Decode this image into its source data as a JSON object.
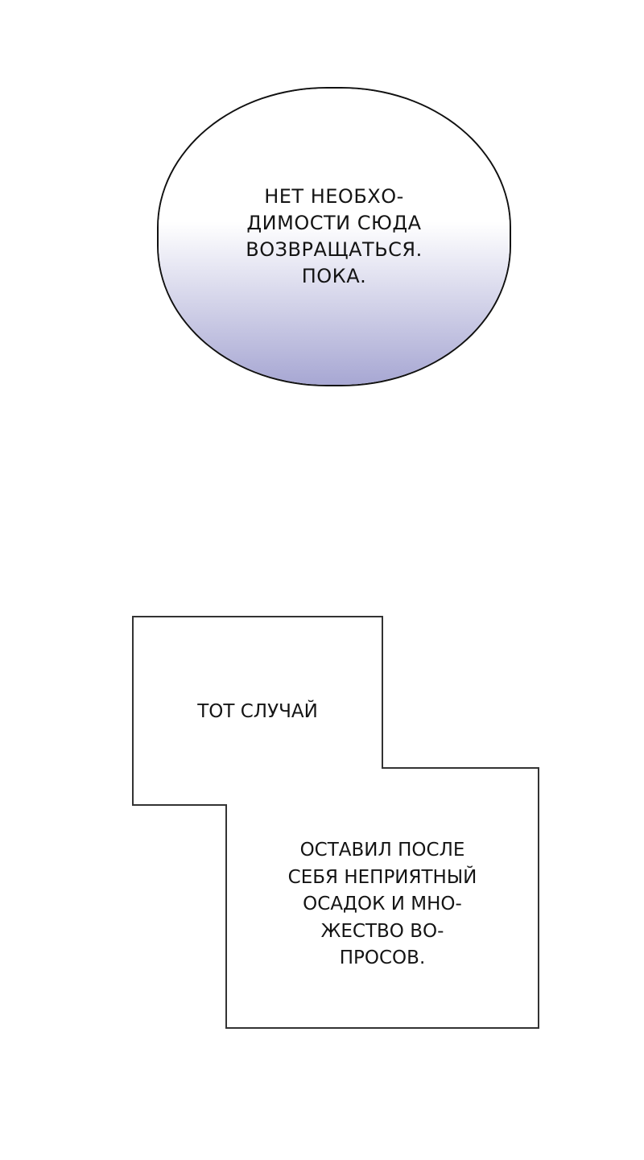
{
  "bubble": {
    "lines": [
      "НЕТ НЕОБХО-",
      "ДИМОСТИ СЮДА",
      "ВОЗВРАЩАТЬСЯ.",
      "ПОКА."
    ],
    "gradient_top": "#ffffff",
    "gradient_bottom": "#a7a7d3",
    "border_color": "#111111"
  },
  "caption": {
    "first_text": "ТОТ СЛУЧАЙ",
    "second_lines": [
      "ОСТАВИЛ ПОСЛЕ",
      "СЕБЯ НЕПРИЯТНЫЙ",
      "ОСАДОК И МНО-",
      "ЖЕСТВО ВО-",
      "ПРОСОВ."
    ],
    "border_color": "#333333",
    "fill_color": "#ffffff"
  }
}
